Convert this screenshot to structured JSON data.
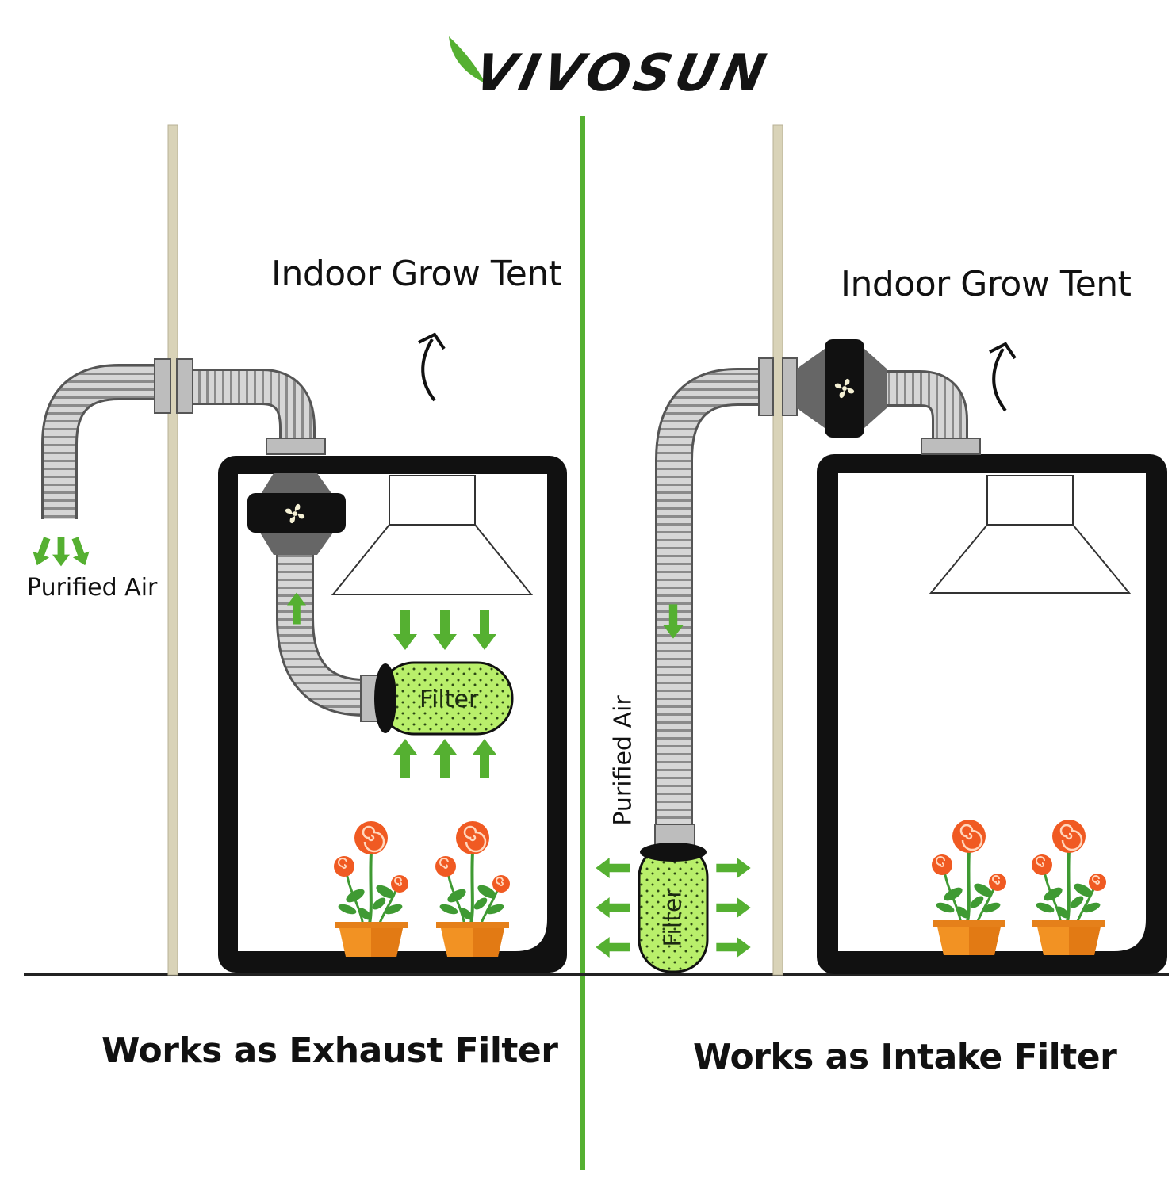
{
  "brand": {
    "logo_text": "VIVOSUN"
  },
  "left_panel": {
    "tent_label": "Indoor Grow Tent",
    "air_label": "Purified Air",
    "filter_label": "Filter",
    "caption": "Works as Exhaust Filter"
  },
  "right_panel": {
    "tent_label": "Indoor Grow Tent",
    "air_label": "Purified Air",
    "filter_label": "Filter",
    "caption": "Works as Intake Filter"
  },
  "colors": {
    "divider": "#55b031",
    "arrow": "#55b031",
    "filter_fill": "#b9ef6b",
    "tent_frame": "#111111",
    "pole": "#d9d3b8",
    "duct": "#bdbdbd",
    "flower": "#f05a22",
    "pot": "#f29223"
  }
}
